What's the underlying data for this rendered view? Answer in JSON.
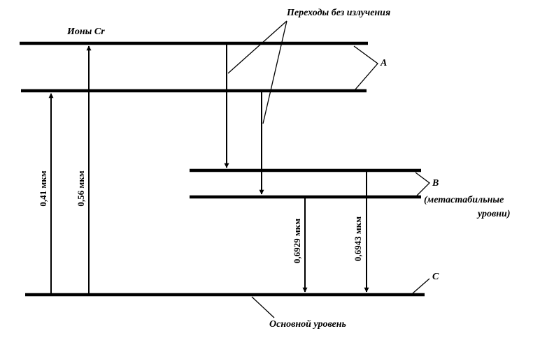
{
  "labels": {
    "ions": "Ионы Cr",
    "nonradiative": "Переходы без излучения",
    "level_a": "A",
    "level_b": "B",
    "metastable_line1": "(метастабильные",
    "metastable_line2": "уровни)",
    "level_c": "C",
    "ground": "Основной уровень"
  },
  "transitions": {
    "absorb_short": "0,41 мкм",
    "absorb_long": "0,56 мкм",
    "emit_1": "0,6929 мкм",
    "emit_2": "0,6943 мкм"
  }
}
